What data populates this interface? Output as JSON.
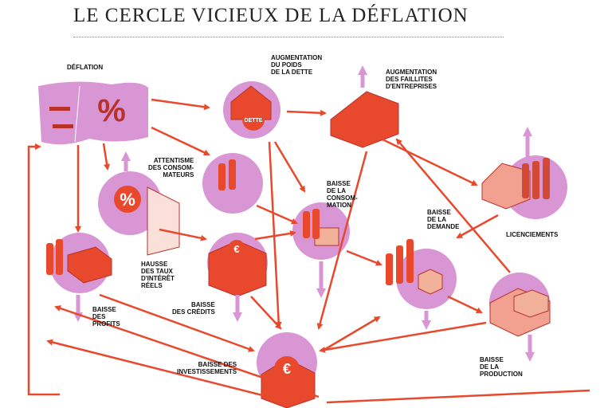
{
  "title": "LE CERCLE VICIEUX DE LA DÉFLATION",
  "colors": {
    "arrow": "#e8492d",
    "pink": "#d896d4",
    "pink_light": "#e8b9e4",
    "dark": "#b8322a"
  },
  "nodes": {
    "deflation": "DÉFLATION",
    "debt_weight": "AUGMENTATION\nDU POIDS\nDE LA DETTE",
    "debt_tag": "DETTE",
    "bankruptcies": "AUGMENTATION\nDES FAILLITES\nD'ENTREPRISES",
    "wait_and_see": "ATTENTISME\nDES CONSOM-\nMATEURS",
    "consumption_drop": "BAISSE\nDE LA\nCONSOM-\nMATION",
    "layoffs": "LICENCIEMENTS",
    "demand_drop": "BAISSE\nDE LA\nDEMANDE",
    "real_rates": "HAUSSE\nDES TAUX\nD'INTÉRÊT\nRÉELS",
    "credit_drop": "BAISSE\nDES CRÉDITS",
    "profits_drop": "BAISSE\nDES\nPROFITS",
    "investment_drop": "BAISSE DES\nINVESTISSEMENTS",
    "production_drop": "BAISSE\nDE LA\nPRODUCTION"
  }
}
